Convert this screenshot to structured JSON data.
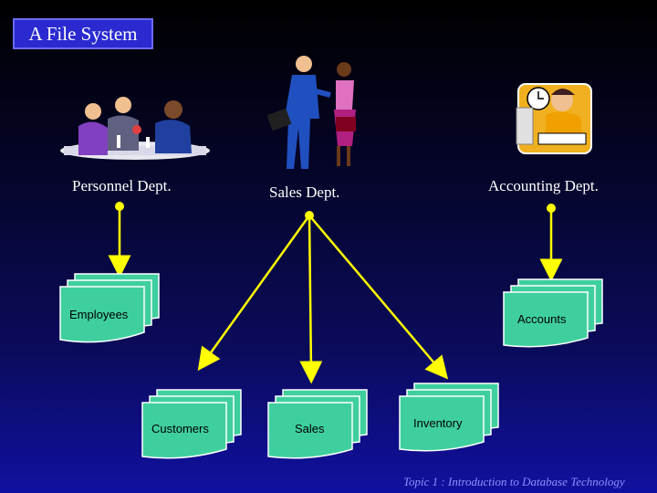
{
  "title": "A File System",
  "departments": {
    "personnel": "Personnel Dept.",
    "sales": "Sales Dept.",
    "accounting": "Accounting Dept."
  },
  "files": {
    "employees": "Employees",
    "accounts": "Accounts",
    "customers": "Customers",
    "sales": "Sales",
    "inventory": "Inventory"
  },
  "footer": "Topic 1 : Introduction to Database Technology",
  "colors": {
    "title_bg": "#2a2ad0",
    "arrow": "#ffff00",
    "file_fill": "#3fcf9f",
    "footer_text": "#9090ff"
  },
  "icons": [
    "dining-people-icon",
    "handshake-icon",
    "clerk-at-desk-icon"
  ]
}
